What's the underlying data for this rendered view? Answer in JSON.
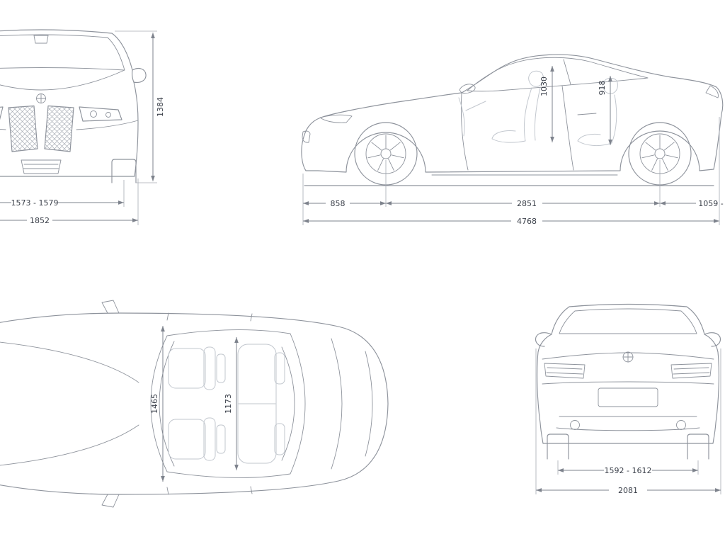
{
  "style": {
    "line_color": "#8e939c",
    "ghost_line_color": "#c2c7ce",
    "dimension_line_color": "#7e838d",
    "text_color": "#3b404a",
    "background": "#ffffff"
  },
  "views": {
    "front": {
      "dims": {
        "height": "1384",
        "track": "1573 - 1579",
        "width": "1852"
      }
    },
    "side": {
      "dims": {
        "headroom_front": "1030",
        "headroom_rear": "918",
        "overhang_front": "858",
        "wheelbase": "2851",
        "overhang_rear": "1059 -",
        "length": "4768"
      }
    },
    "top": {
      "dims": {
        "interior_width_front": "1465",
        "interior_width_rear": "1173"
      }
    },
    "rear": {
      "dims": {
        "track": "1592 - 1612",
        "width_incl_mirrors": "2081"
      }
    }
  }
}
